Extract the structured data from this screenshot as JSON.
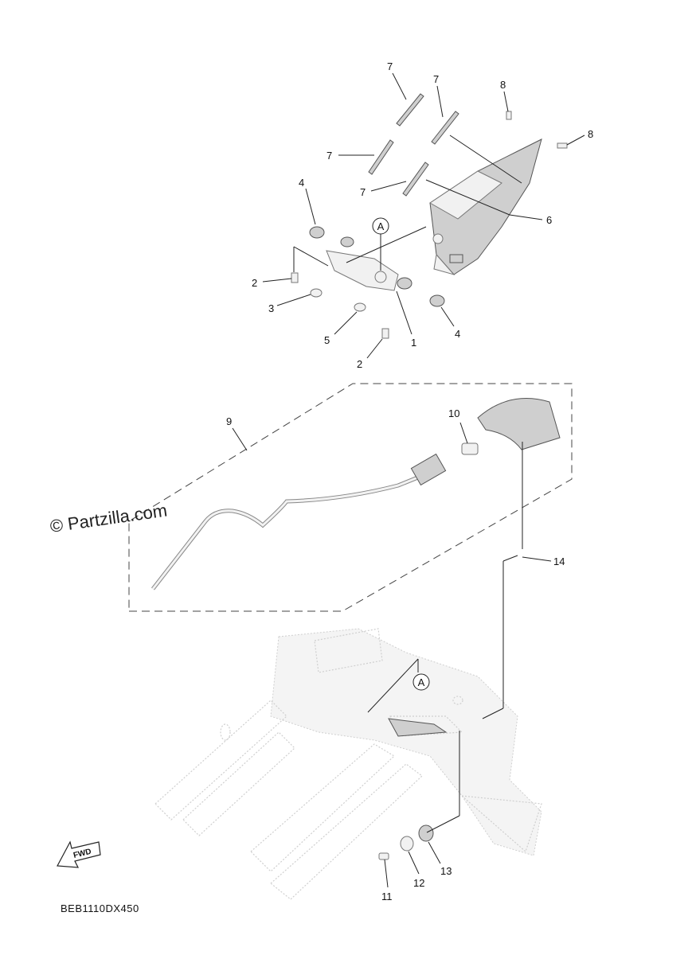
{
  "watermark": "© Partzilla.com",
  "diagram_code": "BEB1110DX450",
  "fwd_label": "FWD",
  "reference_marker": "A",
  "callouts": {
    "c1": "1",
    "c2a": "2",
    "c2b": "2",
    "c3": "3",
    "c4a": "4",
    "c4b": "4",
    "c5": "5",
    "c6": "6",
    "c7a": "7",
    "c7b": "7",
    "c7c": "7",
    "c7d": "7",
    "c8a": "8",
    "c8b": "8",
    "c9": "9",
    "c10": "10",
    "c11": "11",
    "c12": "12",
    "c13": "13",
    "c14": "14"
  }
}
